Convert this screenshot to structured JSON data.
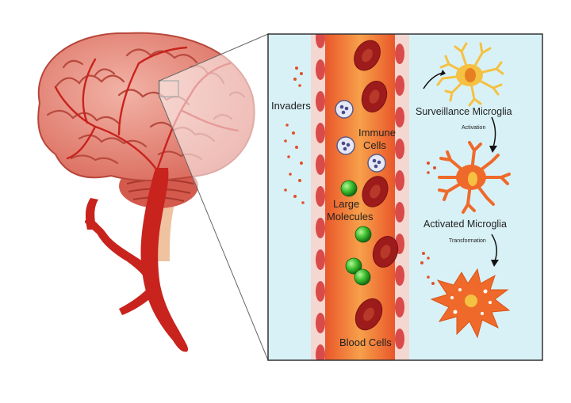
{
  "labels": {
    "invaders": "Invaders",
    "immune_cells_line1": "Immune",
    "immune_cells_line2": "Cells",
    "large_molecules_line1": "Large",
    "large_molecules_line2": "Molecules",
    "blood_cells": "Blood Cells",
    "surveillance_microglia": "Surveillance Microglia",
    "activation": "Activation",
    "activated_microglia": "Activated Microglia",
    "transformation": "Transformation"
  },
  "colors": {
    "brain": "#e2877a",
    "brain_dark": "#c2473a",
    "artery": "#c8231d",
    "vessel": "#f07c3a",
    "red_cell": "#9e1b1b",
    "molecule": "#3cbf2e",
    "panel_bg": "#d8f1f6",
    "microglia_surveillance": "#f5c142",
    "microglia_active": "#ef6a2a"
  }
}
